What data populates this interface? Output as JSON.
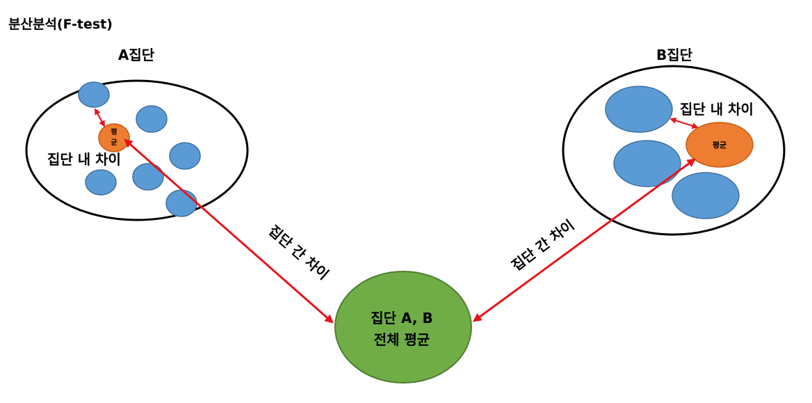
{
  "title": "분산분석(F-test)",
  "group_a": {
    "label": "A집단",
    "mean_label_line1": "평",
    "mean_label_line2": "균",
    "within_label": "집단 내 차이"
  },
  "group_b": {
    "label": "B집단",
    "mean_label": "평균",
    "within_label": "집단 내 차이"
  },
  "between_label_left": "집단 간 차이",
  "between_label_right": "집단 간 차이",
  "grand_mean": {
    "line1": "집단 A, B",
    "line2": "전체 평균"
  },
  "colors": {
    "data_point": "#5b9bd5",
    "group_mean": "#ed7d31",
    "grand_mean": "#70ad47",
    "arrow": "#e8141a",
    "outline": "#000000"
  }
}
